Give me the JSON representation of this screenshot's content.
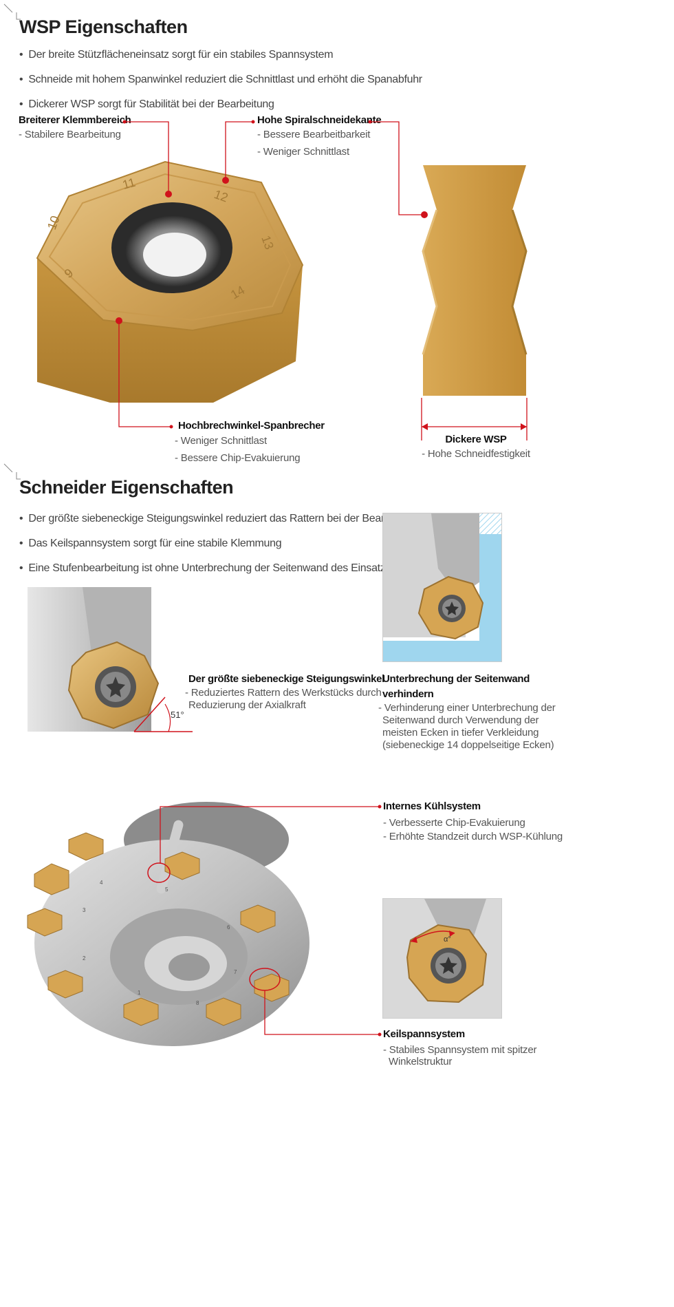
{
  "section1": {
    "title": "WSP Eigenschaften",
    "bullets": [
      "Der breite Stützflächeneinsatz sorgt für ein stabiles Spannsystem",
      "Schneide mit hohem Spanwinkel reduziert die Schnittlast und erhöht die Spanabfuhr",
      "Dickerer WSP sorgt für Stabilität bei der Bearbeitung"
    ],
    "callouts": {
      "clamp": {
        "title": "Breiterer Klemmbereich",
        "lines": [
          "- Stabilere Bearbeitung"
        ]
      },
      "spiral": {
        "title": "Hohe Spiralschneidekante",
        "lines": [
          "- Bessere Bearbeitbarkeit",
          "- Weniger Schnittlast"
        ]
      },
      "breaker": {
        "title": "Hochbrechwinkel-Spanbrecher",
        "lines": [
          "- Weniger Schnittlast",
          "- Bessere Chip-Evakuierung"
        ]
      },
      "thick": {
        "title": "Dickere WSP",
        "lines": [
          "- Hohe Schneidfestigkeit"
        ]
      }
    },
    "insert_marks": [
      "11",
      "12",
      "13",
      "14",
      "10",
      "9"
    ]
  },
  "section2": {
    "title": "Schneider Eigenschaften",
    "bullets": [
      "Der größte siebeneckige Steigungswinkel reduziert das Rattern bei der Bearbeitung",
      "Das Keilspannsystem sorgt für eine stabile Klemmung",
      "Eine Stufenbearbeitung ist ohne Unterbrechung der Seitenwand des Einsatzes möglich"
    ],
    "angle_label": "51°",
    "alpha_label": "α°",
    "captions": {
      "angle": {
        "title": "Der größte siebeneckige Steigungswinkel",
        "lines": [
          "- Reduziertes Rattern des Werkstücks durch",
          "Reduzierung der Axialkraft"
        ]
      },
      "sidewall": {
        "title_lines": [
          "Unterbrechung der Seitenwand",
          "verhindern"
        ],
        "lines": [
          "- Verhinderung einer Unterbrechung der",
          "Seitenwand durch Verwendung der",
          "meisten Ecken in tiefer Verkleidung",
          "(siebeneckige 14 doppelseitige Ecken)"
        ]
      },
      "cooling": {
        "title": "Internes Kühlsystem",
        "lines": [
          "- Verbesserte Chip-Evakuierung",
          "- Erhöhte Standzeit durch WSP-Kühlung"
        ]
      },
      "wedge": {
        "title": "Keilspannsystem",
        "lines": [
          "- Stabiles Spannsystem mit spitzer",
          "Winkelstruktur"
        ]
      }
    },
    "cutter_marks": [
      "3",
      "4",
      "5",
      "6",
      "7",
      "8",
      "1",
      "2"
    ]
  },
  "colors": {
    "accent": "#d0121b",
    "gold": "#c9953f",
    "steel": "#b5b5b5"
  }
}
